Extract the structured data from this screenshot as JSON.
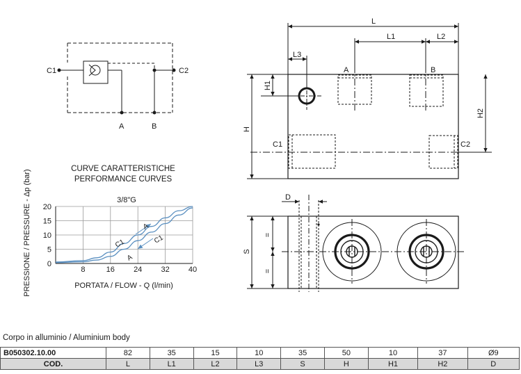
{
  "schematic": {
    "port_c1": "C1",
    "port_c2": "C2",
    "port_a": "A",
    "port_b": "B"
  },
  "curves": {
    "title_it": "CURVE CARATTERISTICHE",
    "title_en": "PERFORMANCE CURVES",
    "size_label": "3/8\"G",
    "ylabel": "PRESSIONE / PRESSURE - Δp (bar)",
    "xlabel": "PORTATA / FLOW - Q (l/min)",
    "label_c1_a": "C1",
    "label_a_top": "A",
    "label_a_bottom": "A",
    "label_c1_bottom": "C1"
  },
  "chart_data": {
    "type": "line",
    "title": "3/8\"G",
    "xlabel": "PORTATA / FLOW - Q (l/min)",
    "ylabel": "PRESSIONE / PRESSURE - Δp (bar)",
    "xlim": [
      0,
      40
    ],
    "ylim": [
      0,
      20
    ],
    "x_ticks": [
      "8",
      "16",
      "24",
      "32",
      "40"
    ],
    "y_ticks": [
      "0",
      "5",
      "10",
      "15",
      "20"
    ],
    "grid": true,
    "series": [
      {
        "name": "C1 → A",
        "x": [
          0,
          8,
          12,
          16,
          20,
          24,
          28,
          32,
          36,
          40
        ],
        "y": [
          0.5,
          1,
          2,
          4,
          7,
          10,
          13,
          16,
          18.5,
          20
        ]
      },
      {
        "name": "A → C1",
        "x": [
          0,
          8,
          12,
          16,
          20,
          24,
          28,
          32,
          36,
          40
        ],
        "y": [
          0.3,
          0.6,
          1.2,
          2.5,
          5,
          8,
          11,
          14,
          17,
          19.5
        ]
      }
    ]
  },
  "front_view": {
    "dim_L": "L",
    "dim_L1": "L1",
    "dim_L2": "L2",
    "dim_L3": "L3",
    "dim_H": "H",
    "dim_H1": "H1",
    "dim_H2": "H2",
    "port_a": "A",
    "port_b": "B",
    "port_c1": "C1",
    "port_c2": "C2"
  },
  "top_view": {
    "dim_D": "D",
    "dim_S": "S",
    "equal_1": "=",
    "equal_2": "="
  },
  "body_caption": "Corpo in alluminio / Aluminium body",
  "table": {
    "code_value": "B050302.10.00",
    "code_header": "COD.",
    "values": [
      "82",
      "35",
      "15",
      "10",
      "35",
      "50",
      "10",
      "37",
      "Ø9"
    ],
    "headers": [
      "L",
      "L1",
      "L2",
      "L3",
      "S",
      "H",
      "H1",
      "H2",
      "D"
    ]
  },
  "colors": {
    "line": "#1a1a1a",
    "curve": "#5a8fc0",
    "header_bg": "#d9d9d9"
  }
}
